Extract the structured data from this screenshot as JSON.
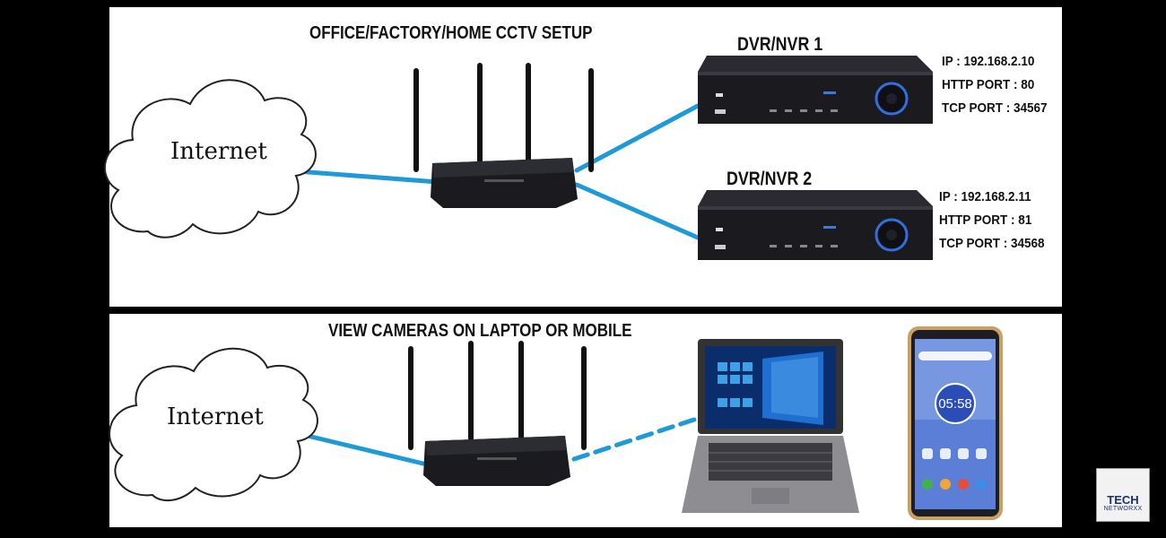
{
  "top_panel": {
    "title": "OFFICE/FACTORY/HOME  CCTV SETUP",
    "cloud_label": "Internet",
    "dvr1": {
      "label": "DVR/NVR 1",
      "ip": "IP : 192.168.2.10",
      "http_port": "HTTP PORT : 80",
      "tcp_port": "TCP PORT : 34567"
    },
    "dvr2": {
      "label": "DVR/NVR 2",
      "ip": "IP : 192.168.2.11",
      "http_port": "HTTP PORT : 81",
      "tcp_port": "TCP PORT : 34568"
    }
  },
  "bottom_panel": {
    "title": "VIEW CAMERAS ON LAPTOP OR MOBILE",
    "cloud_label": "Internet",
    "phone_clock": "05:58"
  },
  "logo": {
    "line1": "TECH",
    "line2": "NETWORXX",
    "icon": "globe-icon"
  },
  "colors": {
    "link": "#1e9ad6",
    "device": "#1b1b1f"
  }
}
